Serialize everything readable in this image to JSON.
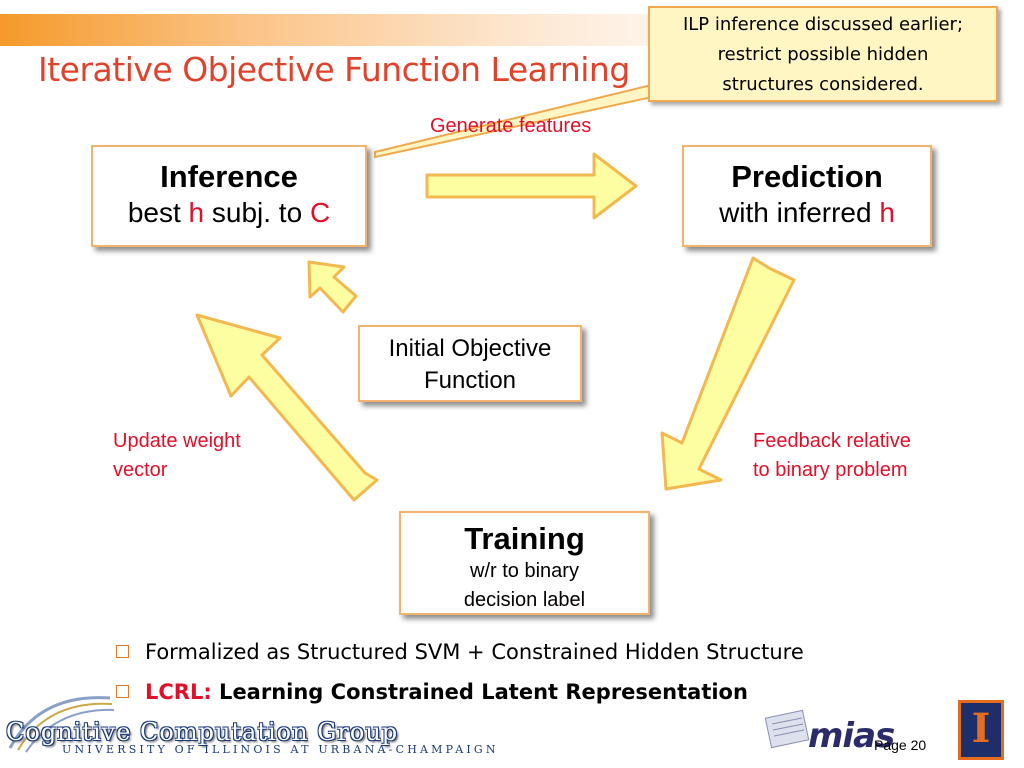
{
  "title": "Iterative Objective Function Learning",
  "callout": {
    "lines": [
      "ILP inference discussed earlier;",
      "restrict possible hidden",
      "structures considered."
    ]
  },
  "labels": {
    "generate": "Generate features",
    "update": [
      "Update weight",
      "vector"
    ],
    "feedback": [
      "Feedback relative",
      "to binary problem"
    ]
  },
  "boxes": {
    "inference": {
      "title": "Inference",
      "line_a": "best ",
      "var_h": "h",
      "line_b": " subj. to ",
      "var_c": "C"
    },
    "prediction": {
      "title": "Prediction",
      "line_a": "with inferred ",
      "var_h": "h"
    },
    "initial": {
      "lines": [
        "Initial Objective",
        "Function"
      ]
    },
    "training": {
      "title": "Training",
      "lines": [
        "w/r to binary",
        "decision label"
      ]
    }
  },
  "bullets": [
    {
      "text": "Formalized as Structured SVM + Constrained Hidden Structure"
    },
    {
      "prefix": "LCRL:",
      "text": " Learning Constrained Latent Representation"
    }
  ],
  "footer": {
    "group": "Cognitive Computation Group",
    "university": "UNIVERSITY OF ILLINOIS AT URBANA-CHAMPAIGN",
    "mias": "mias",
    "page": "Page 20",
    "illinois_letter": "I"
  },
  "colors": {
    "title": "#e0432b",
    "red_text": "#e0102a",
    "arrow_fill": "#fdfda2",
    "arrow_stroke": "#f3b850",
    "box_border": "#f2b36c",
    "callout_fill": "#fff6c4"
  }
}
